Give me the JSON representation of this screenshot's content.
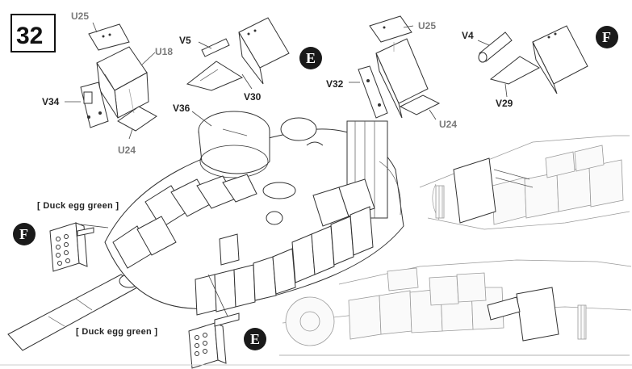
{
  "step": {
    "number": "32"
  },
  "part_labels": {
    "u25_top": "U25",
    "u18": "U18",
    "v34": "V34",
    "u24_left": "U24",
    "v5": "V5",
    "v30": "V30",
    "v36": "V36",
    "u25_right": "U25",
    "v32": "V32",
    "u24_right": "U24",
    "v4": "V4",
    "v29": "V29"
  },
  "callouts": {
    "e_top": "E",
    "f_top": "F",
    "f_left": "F",
    "e_bottom": "E"
  },
  "color_notes": {
    "upper": "[ Duck egg green ]",
    "lower": "[ Duck egg green ]"
  },
  "colors": {
    "line": "#333333",
    "grey_line": "#999999",
    "callout_fill": "#1a1a1a",
    "background": "#ffffff"
  }
}
